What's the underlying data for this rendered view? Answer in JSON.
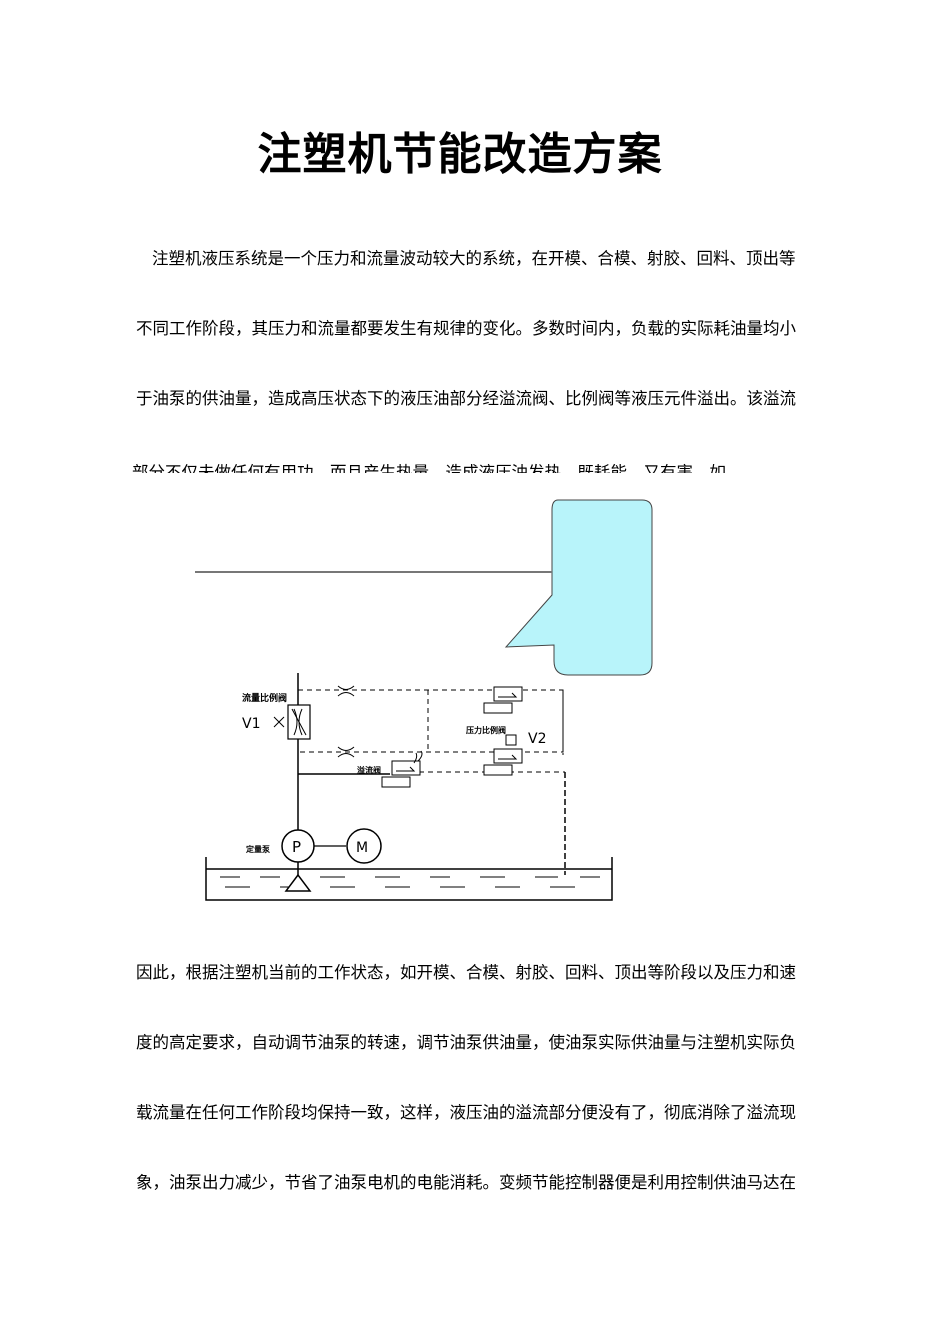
{
  "document": {
    "title": "注塑机节能改造方案",
    "paragraphs_top": [
      "注塑机液压系统是一个压力和流量波动较大的系统，在开模、合模、射胶、回料、顶出等",
      "不同工作阶段，其压力和流量都要发生有规律的变化。多数时间内，负载的实际耗油量均小",
      "于油泵的供油量，造成高压状态下的液压油部分经溢流阀、比例阀等液压元件溢出。该溢流"
    ],
    "partial_line": "部分不仅未做任何有用功，而且产生热量，造成液压油发热，既耗能，又有害，如",
    "paragraphs_bottom": [
      "因此，根据注塑机当前的工作状态，如开模、合模、射胶、回料、顶出等阶段以及压力和速",
      "度的高定要求，自动调节油泵的转速，调节油泵供油量，使油泵实际供油量与注塑机实际负",
      "载流量在任何工作阶段均保持一致，这样，液压油的溢流部分便没有了，彻底消除了溢流现",
      "象，油泵出力减少，节省了油泵电机的电能消耗。变频节能控制器便是利用控制供油马达在"
    ]
  },
  "diagram": {
    "label_flow_valve": "流量比例阀",
    "label_v1": "V1",
    "label_pressure_valve": "压力比例阀",
    "label_v2": "V2",
    "label_relief_valve": "溢流阀",
    "label_fixed_pump": "定量泵",
    "label_pump": "P",
    "label_motor": "M",
    "callout_color": "#b8f4fa",
    "line_color": "#000000"
  }
}
